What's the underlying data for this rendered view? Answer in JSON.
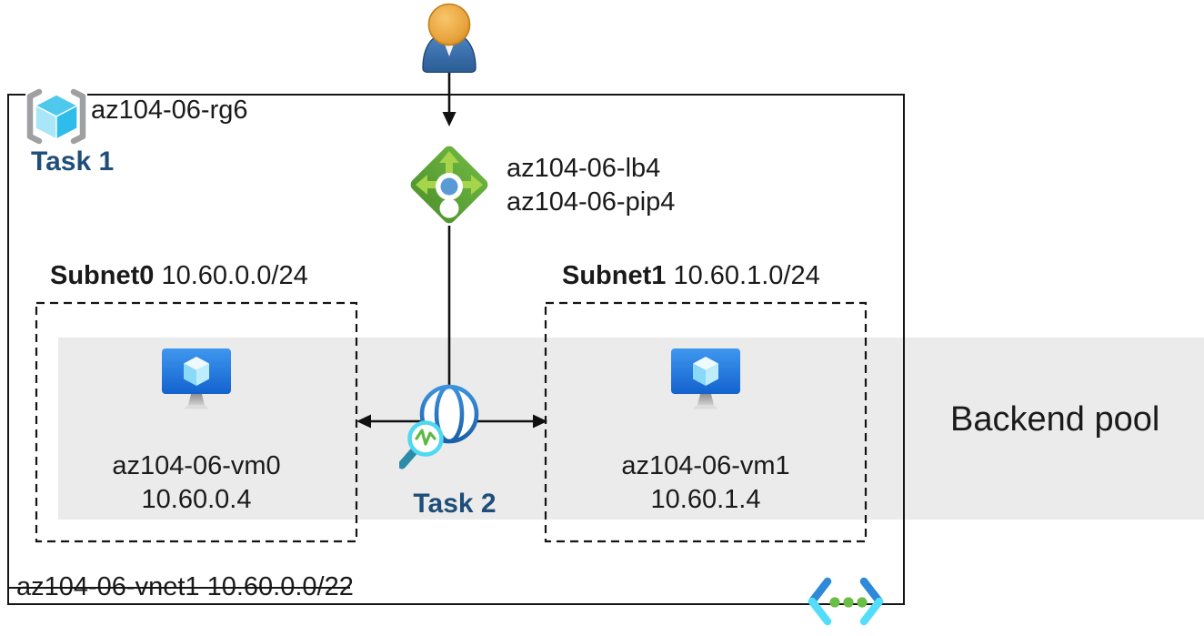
{
  "rg": {
    "name": "az104-06-rg6",
    "task": "Task 1"
  },
  "lb": {
    "name": "az104-06-lb4",
    "pip": "az104-06-pip4"
  },
  "subnets": [
    {
      "name": "Subnet0",
      "cidr": "10.60.0.0/24",
      "vm_name": "az104-06-vm0",
      "vm_ip": "10.60.0.4"
    },
    {
      "name": "Subnet1",
      "cidr": "10.60.1.0/24",
      "vm_name": "az104-06-vm1",
      "vm_ip": "10.60.1.4"
    }
  ],
  "monitor": {
    "task": "Task 2"
  },
  "backend": {
    "label": "Backend pool"
  },
  "vnet": {
    "name": "az104-06-vnet1",
    "cidr": "10.60.0.0/22"
  },
  "icons": {
    "user": "person-icon",
    "resource_group": "resource-group-icon",
    "load_balancer": "load-balancer-icon",
    "virtual_machine": "vm-icon",
    "network_watcher": "network-watcher-icon",
    "code": "code-icon"
  },
  "colors": {
    "task_text": "#1f4e79",
    "backend_band": "#ebebeb",
    "line": "#151515",
    "lb_green": "#5fa83a",
    "lb_arrow_green": "#a6d44a",
    "probe_blue": "#5b9bd5",
    "globe_blue": "#2577c2",
    "magnifier_cyan": "#4ed9f0",
    "pulse_green": "#5cb944",
    "cube_cyan": "#4fc8ee",
    "vm_blue_top": "#3f97ef",
    "vm_blue_bottom": "#1362ce",
    "person_orange": "#e8a33d",
    "person_blue": "#3a6ea8",
    "code_blue": "#2e8ad8",
    "code_cyan": "#54ddfa",
    "code_green": "#6abe45",
    "bracket_gray": "#9fa0a2"
  }
}
